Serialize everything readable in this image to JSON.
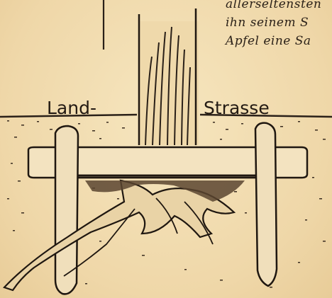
{
  "text_lines": [
    "allerseltensten",
    "ihn seinem S",
    "Apfel eine Sa"
  ],
  "label_left": "Land-",
  "label_right": "Strasse",
  "colors": {
    "paper": "#f1dcaf",
    "ink": "#231a13"
  },
  "icons": [
    "tree-stump-illustration",
    "fence-post-illustration",
    "root-illustration"
  ]
}
